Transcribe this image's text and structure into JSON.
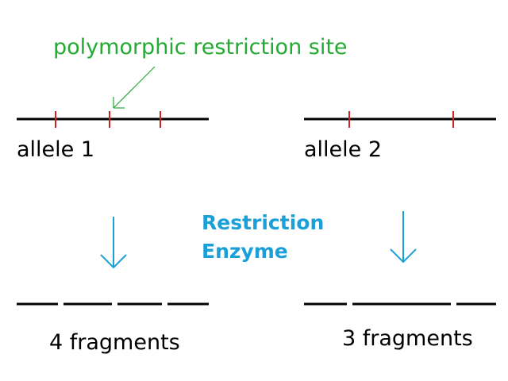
{
  "diagram": {
    "site_label": "polymorphic restriction site",
    "allele_1_label": "allele 1",
    "allele_2_label": "allele 2",
    "enzyme_label_line1": "Restriction",
    "enzyme_label_line2": "Enzyme",
    "fragments_1_label": "4 fragments",
    "fragments_2_label": "3 fragments",
    "colors": {
      "dna_line": "#000000",
      "cut_site": "#d42020",
      "site_label": "#22aa33",
      "arrow": "#1a9fd8"
    }
  }
}
